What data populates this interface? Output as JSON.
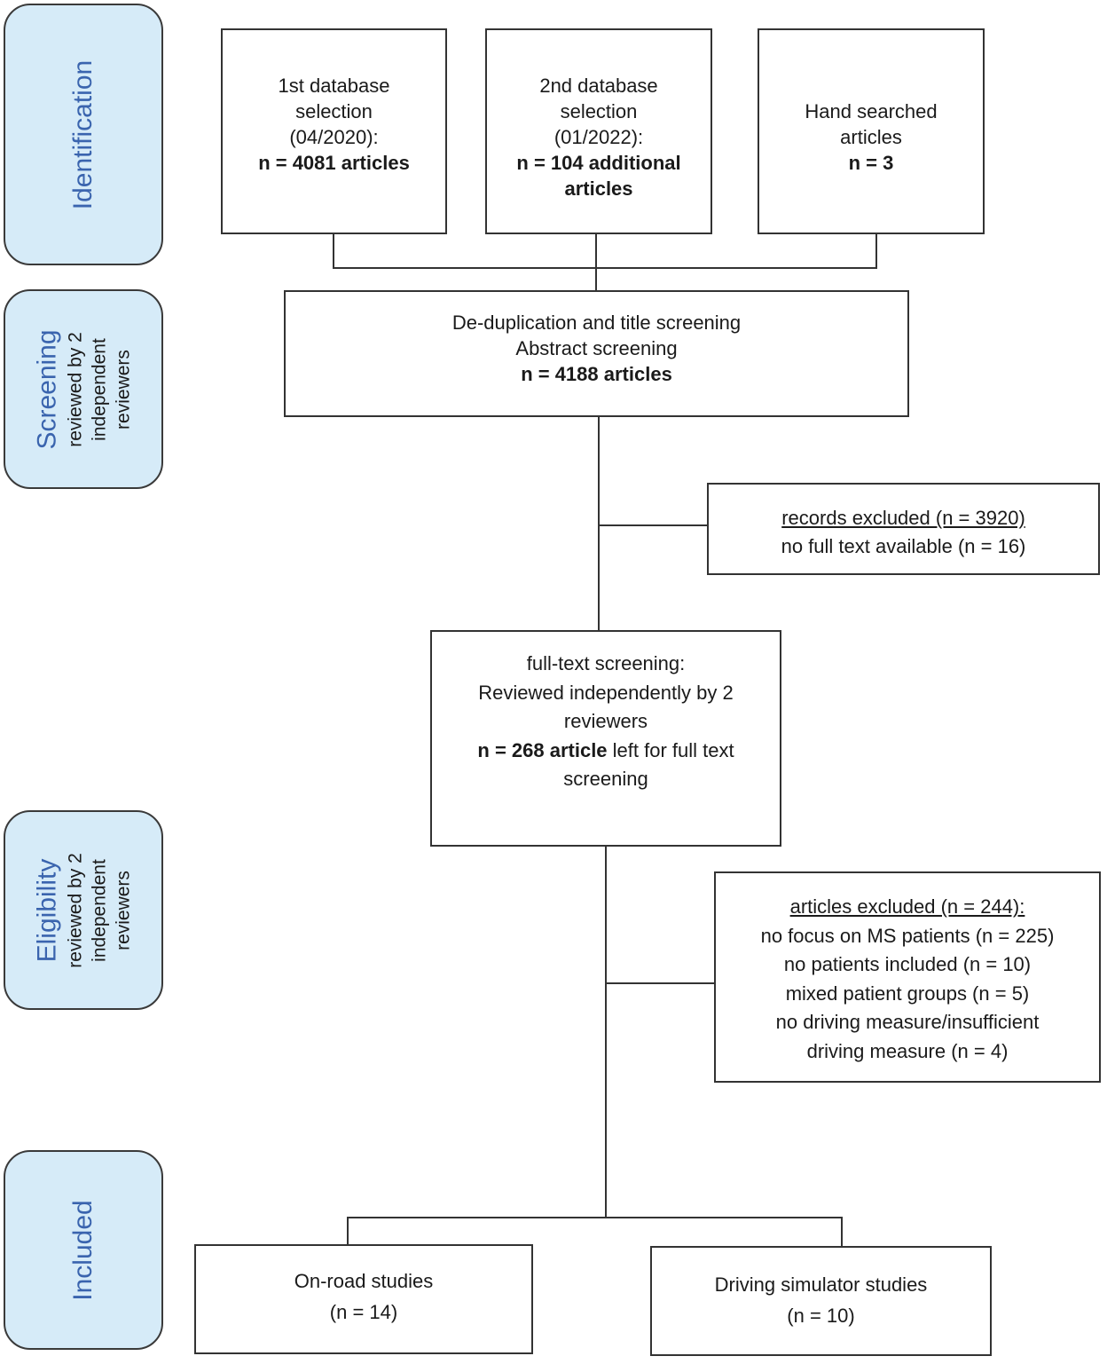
{
  "stages": {
    "identification": {
      "title": "Identification"
    },
    "screening": {
      "title": "Screening",
      "sub": [
        "reviewed by 2",
        "independent",
        "reviewers"
      ]
    },
    "eligibility": {
      "title": "Eligibility",
      "sub": [
        "reviewed by 2",
        "independent",
        "reviewers"
      ]
    },
    "included": {
      "title": "Included"
    }
  },
  "boxes": {
    "db1": {
      "lines": [
        "1st database",
        "selection",
        "(04/2020):"
      ],
      "count": "n = 4081 articles"
    },
    "db2": {
      "lines": [
        "2nd database",
        "selection",
        "(01/2022):"
      ],
      "count": [
        "n = 104 additional",
        "articles"
      ]
    },
    "hand": {
      "lines": [
        "Hand searched",
        "articles"
      ],
      "count": "n = 3"
    },
    "screening": {
      "lines": [
        "De-duplication and title screening",
        "Abstract screening"
      ],
      "count": "n = 4188 articles"
    },
    "excluded1": {
      "heading": "records excluded (n = 3920)",
      "lines": [
        "no full text available (n = 16)"
      ]
    },
    "fulltext": {
      "lines": [
        "full-text screening:",
        "Reviewed independently by 2",
        "reviewers"
      ],
      "count": "n = 268 article",
      "count_rest": " left for full text",
      "tail": "screening"
    },
    "excluded2": {
      "heading": "articles excluded (n = 244):",
      "lines": [
        "no focus on MS patients (n = 225)",
        "no patients included (n = 10)",
        "mixed patient groups (n = 5)",
        "no driving measure/insufficient",
        "driving measure (n = 4)"
      ]
    },
    "onroad": {
      "lines": [
        "On-road studies",
        "(n = 14)"
      ]
    },
    "simulator": {
      "lines": [
        "Driving simulator studies",
        "(n = 10)"
      ]
    }
  },
  "colors": {
    "stage_fill": "#d6ebf8",
    "stage_title": "#3a64ae",
    "line": "#333333"
  }
}
